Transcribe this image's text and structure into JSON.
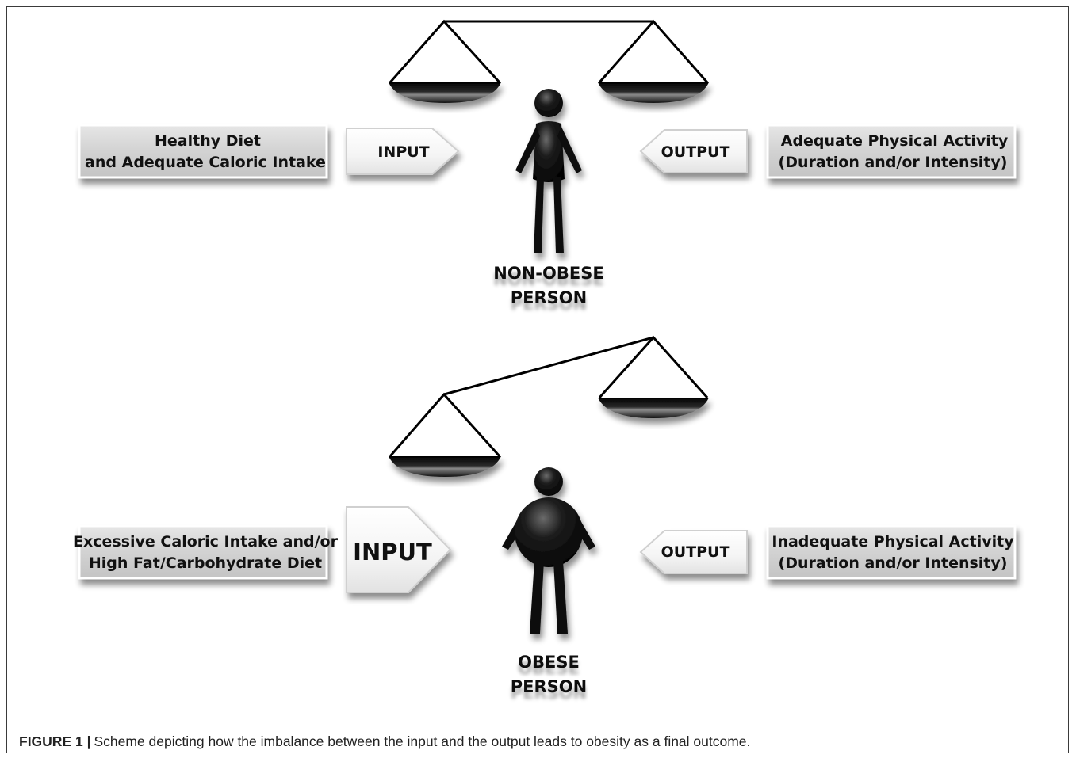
{
  "top_panel": {
    "input_source": {
      "line1": "Healthy Diet",
      "line2": "and  Adequate Caloric Intake"
    },
    "input_arrow": "INPUT",
    "output_arrow": "OUTPUT",
    "output_source": {
      "line1": "Adequate Physical Activity",
      "line2": "(Duration and/or Intensity)"
    },
    "person": {
      "line1": "NON-OBESE",
      "line2": "PERSON"
    },
    "scale_state": "balanced"
  },
  "bottom_panel": {
    "input_source": {
      "line1": "Excessive Caloric Intake and/or",
      "line2": "High Fat/Carbohydrate Diet"
    },
    "input_arrow": "INPUT",
    "output_arrow": "OUTPUT",
    "output_source": {
      "line1": "Inadequate Physical Activity",
      "line2": "(Duration and/or Intensity)"
    },
    "person": {
      "line1": "OBESE",
      "line2": "PERSON"
    },
    "scale_state": "tipped toward input"
  },
  "caption": {
    "label": "FIGURE 1",
    "separator": "|",
    "text": "Scheme depicting how the imbalance between the input and the output leads to obesity as a final outcome."
  }
}
